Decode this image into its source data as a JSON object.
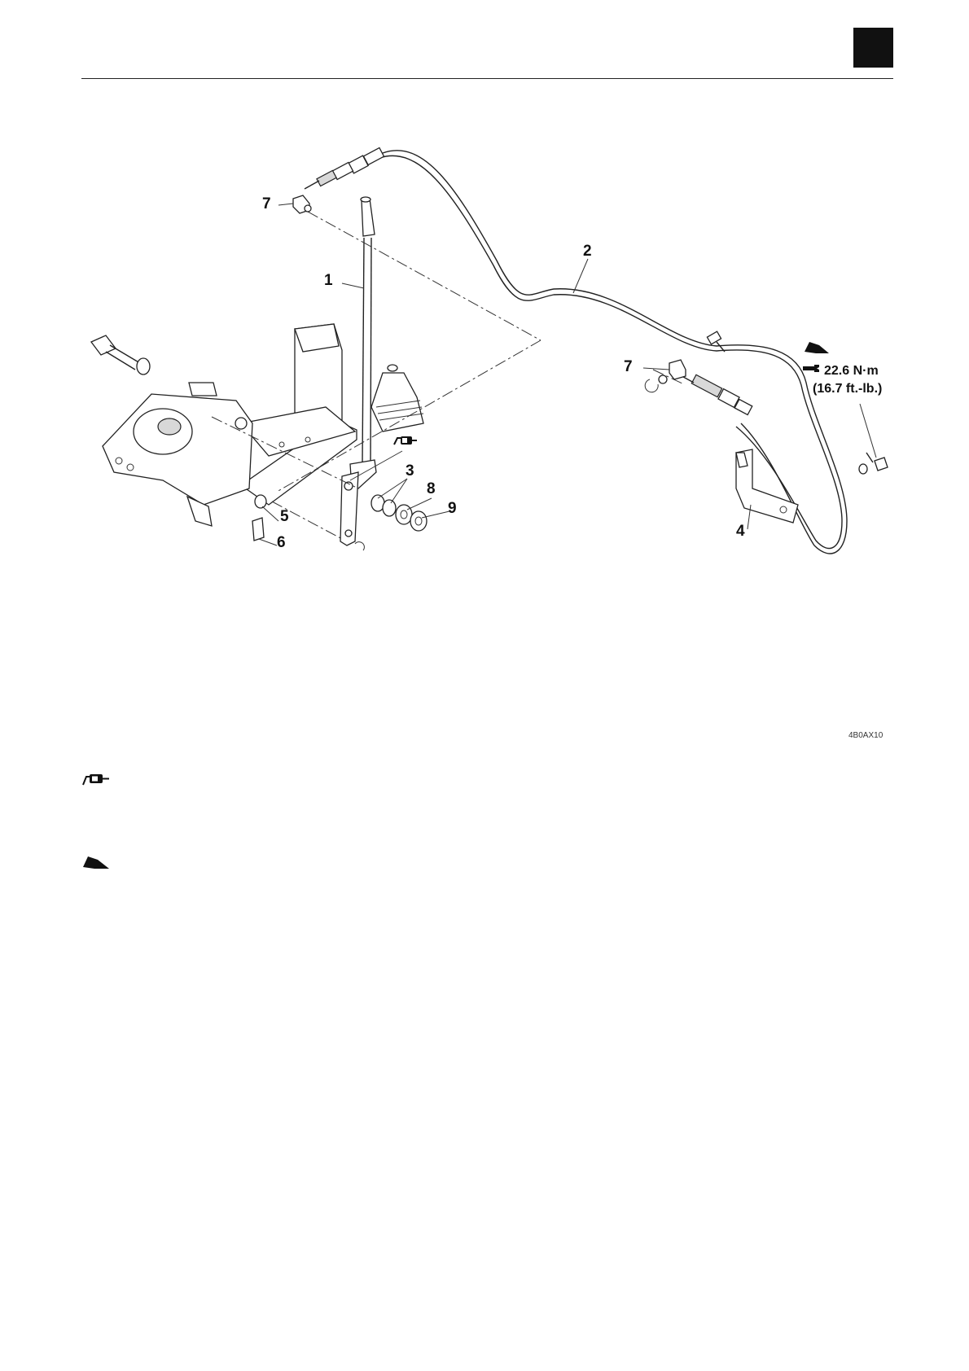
{
  "callouts": {
    "c1": "1",
    "c2": "2",
    "c3": "3",
    "c4": "4",
    "c5": "5",
    "c6": "6",
    "c7a": "7",
    "c7b": "7",
    "c8": "8",
    "c9": "9"
  },
  "torque": {
    "metric": "22.6 N·m",
    "imperial": "(16.7 ft.-lb.)"
  },
  "figure_ref": "4B0AX10",
  "icons": [
    "grease-icon",
    "loctite-icon",
    "torque-wrench-icon"
  ]
}
